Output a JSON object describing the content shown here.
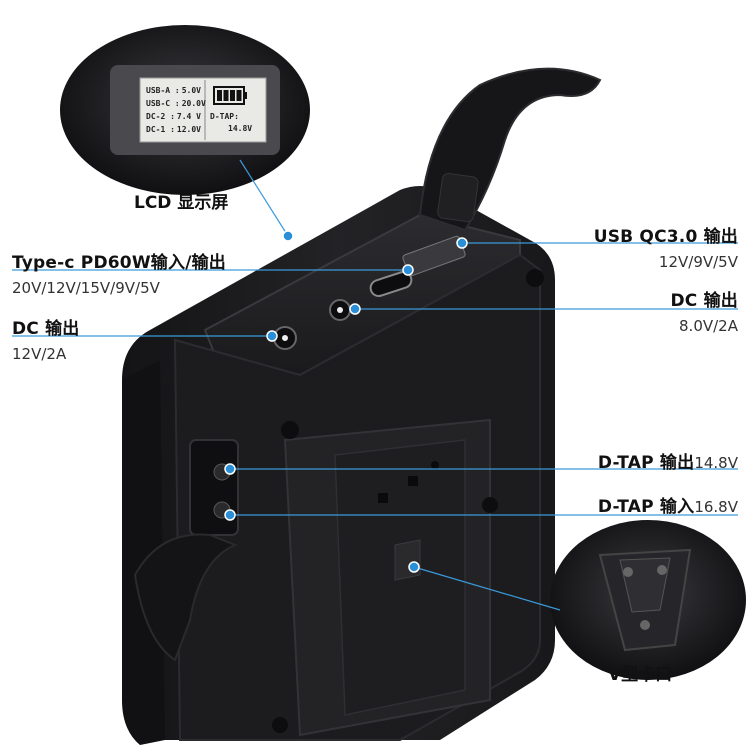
{
  "callouts": {
    "lcd": {
      "title": "LCD 显示屏"
    },
    "type_c": {
      "title": "Type-c PD60W输入/输出",
      "spec": "20V/12V/15V/9V/5V"
    },
    "dc_out_left": {
      "title": "DC 输出",
      "spec": "12V/2A"
    },
    "usb_qc": {
      "title": "USB QC3.0 输出",
      "spec": "12V/9V/5V"
    },
    "dc_out_right": {
      "title": "DC 输出",
      "spec": "8.0V/2A"
    },
    "dtap_out": {
      "title": "D-TAP 输出",
      "spec": "14.8V"
    },
    "dtap_in": {
      "title": "D-TAP 输入",
      "spec": "16.8V"
    },
    "v_mount": {
      "title": "V型卡口"
    }
  },
  "lcd_screen": {
    "rows": [
      {
        "label": "USB-A :",
        "value": "5.0V"
      },
      {
        "label": "USB-C :",
        "value": "20.0V"
      },
      {
        "label": "DC-2  :",
        "value": "7.4 V"
      },
      {
        "label": "DC-1  :",
        "value": "12.0V"
      }
    ],
    "dtap_label": "D-TAP:",
    "dtap_value": "14.8V",
    "battery_bars": 4
  },
  "colors": {
    "leader_line": "#3a9ad9",
    "dot": "#2a8fd6",
    "device_body": "#1d1d1f",
    "device_edge": "#2e2e31",
    "lcd_background": "#e9e9e6"
  }
}
